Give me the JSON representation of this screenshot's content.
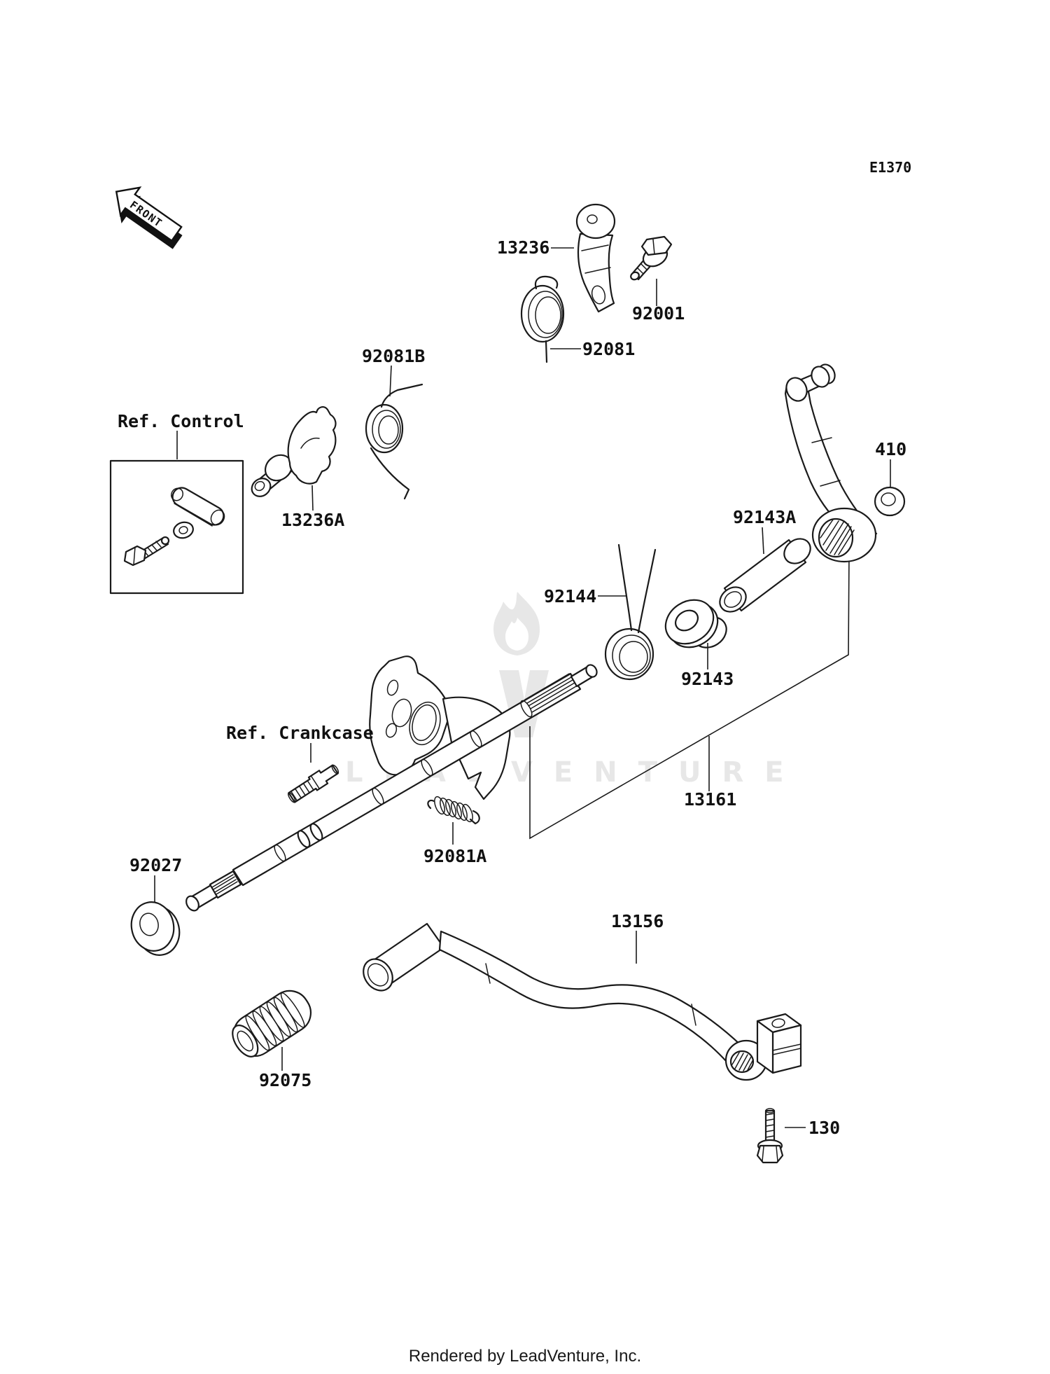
{
  "doc": {
    "diagram_code": "E1370",
    "front_marker": "FRONT",
    "watermark_text": "LEADVENTURE",
    "footer": "Rendered by LeadVenture, Inc."
  },
  "labels": {
    "p13236": "13236",
    "p92001": "92001",
    "p92081": "92081",
    "p92081b": "92081B",
    "ref_control": "Ref. Control",
    "p13236a": "13236A",
    "p410": "410",
    "p92143a": "92143A",
    "p92144": "92144",
    "p92143": "92143",
    "ref_crankcase": "Ref. Crankcase",
    "p13161": "13161",
    "p92081a": "92081A",
    "p92027": "92027",
    "p13156": "13156",
    "p92075": "92075",
    "p130": "130"
  },
  "colors": {
    "line": "#1a1a1a",
    "watermark": "#e7e7e7",
    "background": "#ffffff"
  }
}
